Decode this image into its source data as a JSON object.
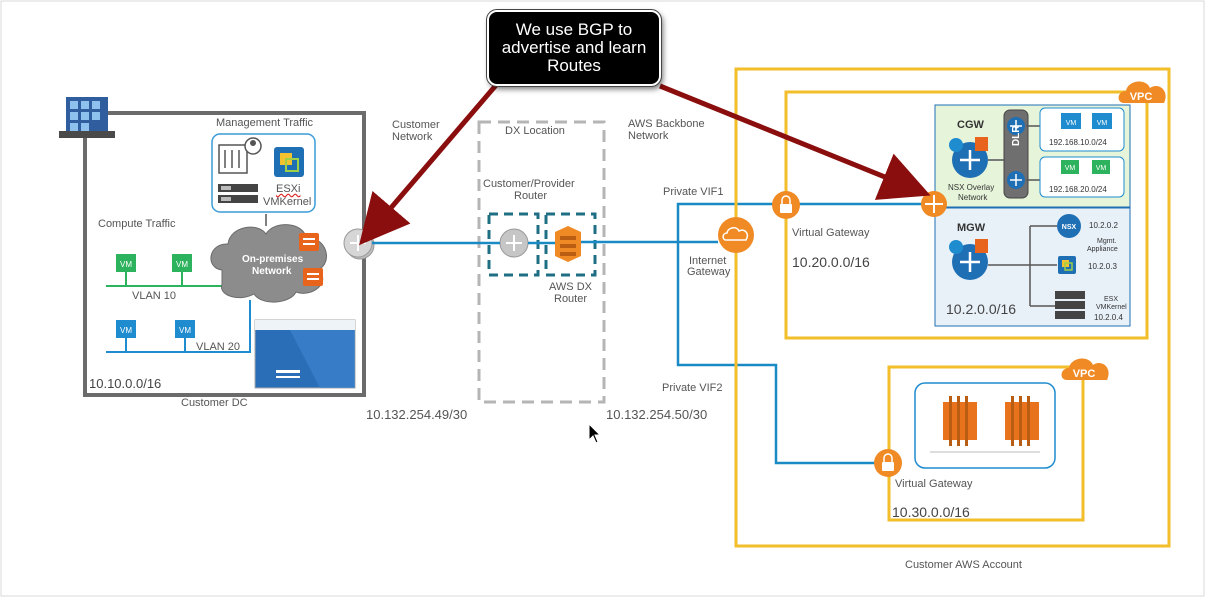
{
  "callout": {
    "text": "We use BGP to advertise and learn Routes"
  },
  "customer_dc": {
    "label": "Customer DC",
    "cidr": "10.10.0.0/16",
    "management_traffic": "Management Traffic",
    "esxi": "ESXi",
    "vmkernel": "VMKernel",
    "compute_traffic": "Compute Traffic",
    "onprem_network_line1": "On-premises",
    "onprem_network_line2": "Network",
    "vlan10": "VLAN 10",
    "vlan20": "VLAN 20",
    "vm_badge": "VM"
  },
  "links": {
    "customer_network_line1": "Customer",
    "customer_network_line2": "Network",
    "left_ip": "10.132.254.49/30",
    "right_ip": "10.132.254.50/30",
    "private_vif1": "Private VIF1",
    "private_vif2": "Private VIF2",
    "aws_backbone_line1": "AWS Backbone",
    "aws_backbone_line2": "Network",
    "internet_gateway_line1": "Internet",
    "internet_gateway_line2": "Gateway"
  },
  "dx": {
    "location": "DX Location",
    "customer_router_line1": "Customer/Provider",
    "customer_router_line2": "Router",
    "aws_router_line1": "AWS DX",
    "aws_router_line2": "Router"
  },
  "aws": {
    "account_label": "Customer AWS Account",
    "vpc_badge": "VPC",
    "vpc1": {
      "virtual_gateway": "Virtual Gateway",
      "cidr": "10.20.0.0/16",
      "cgw": "CGW",
      "dlr": "DLR",
      "nsx_overlay_line1": "NSX Overlay",
      "nsx_overlay_line2": "Network",
      "subnet1": "192.168.10.0/24",
      "subnet2": "192.168.20.0/24",
      "mgw": "MGW",
      "mgmt_cidr": "10.2.0.0/16",
      "nsx_badge": "NSX",
      "nsx_ip": "10.2.0.2",
      "mgmt_appliance_line1": "Mgmt.",
      "mgmt_appliance_line2": "Appliance",
      "vc_ip": "10.2.0.3",
      "esx_line1": "ESX",
      "esx_line2": "VMKernel",
      "esx_ip": "10.2.0.4"
    },
    "vpc2": {
      "virtual_gateway": "Virtual Gateway",
      "cidr": "10.30.0.0/16"
    }
  },
  "colors": {
    "link_blue": "#1a8ac4",
    "aws_orange": "#f08a24",
    "vpc_yellow": "#f2be2a",
    "dark_red_arrow": "#8b0e0e",
    "vm_green": "#2db35d",
    "sddc_green_bg": "#e6f4d9",
    "sddc_blue_bg": "#e8f0f8",
    "vmware_blue": "#1f6fb5"
  }
}
